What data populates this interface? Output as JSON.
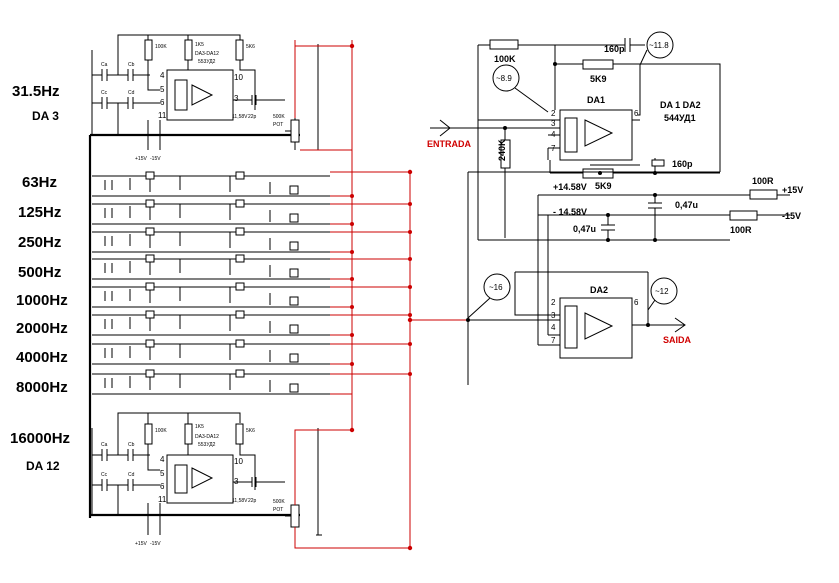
{
  "bands": {
    "b1": "31.5Hz",
    "b1_sub": "DA 3",
    "b2": "63Hz",
    "b3": "125Hz",
    "b4": "250Hz",
    "b5": "500Hz",
    "b6": "1000Hz",
    "b7": "2000Hz",
    "b8": "4000Hz",
    "b9": "8000Hz",
    "b10": "16000Hz",
    "b10_sub": "DA 12"
  },
  "filter": {
    "ca": "Ca",
    "cb": "Cb",
    "cc": "Cc",
    "cd": "Cd",
    "r100k": "100K",
    "r1k5": "1K5",
    "r5k6": "5K6",
    "chip": "DA3-DA12",
    "chip_type": "553УД2",
    "cap22": "22p",
    "volt": "11,58V",
    "pot": "500K",
    "pot2": "POT",
    "vplus": "+15V",
    "vminus": "-15V",
    "p4": "4",
    "p5": "5",
    "p6": "6",
    "p11": "11",
    "p10": "10",
    "p3": "3"
  },
  "main": {
    "r100k": "100K",
    "c160_top": "160p",
    "tp_11_8": "~11.8",
    "tp_8_9": "~8.9",
    "r5k9_top": "5K9",
    "da1": "DA1",
    "da_pair": "DA 1  DA2",
    "da_type": "544УД1",
    "entrada": "ENTRADA",
    "r240k": "240K",
    "c160_bot": "160p",
    "r5k9_bot": "5K9",
    "v_pos": "+14.58V",
    "v_neg": "- 14.58V",
    "r100r_a": "100R",
    "r100r_b": "100R",
    "plus15": "+15V",
    "minus15": "-15V",
    "c047a": "0,47u",
    "c047b": "0,47u",
    "tp_16": "~16",
    "da2": "DA2",
    "tp_12": "~12",
    "saida": "SAIDA",
    "pins": {
      "p2": "2",
      "p3": "3",
      "p4": "4",
      "p7": "7",
      "p6": "6"
    }
  }
}
